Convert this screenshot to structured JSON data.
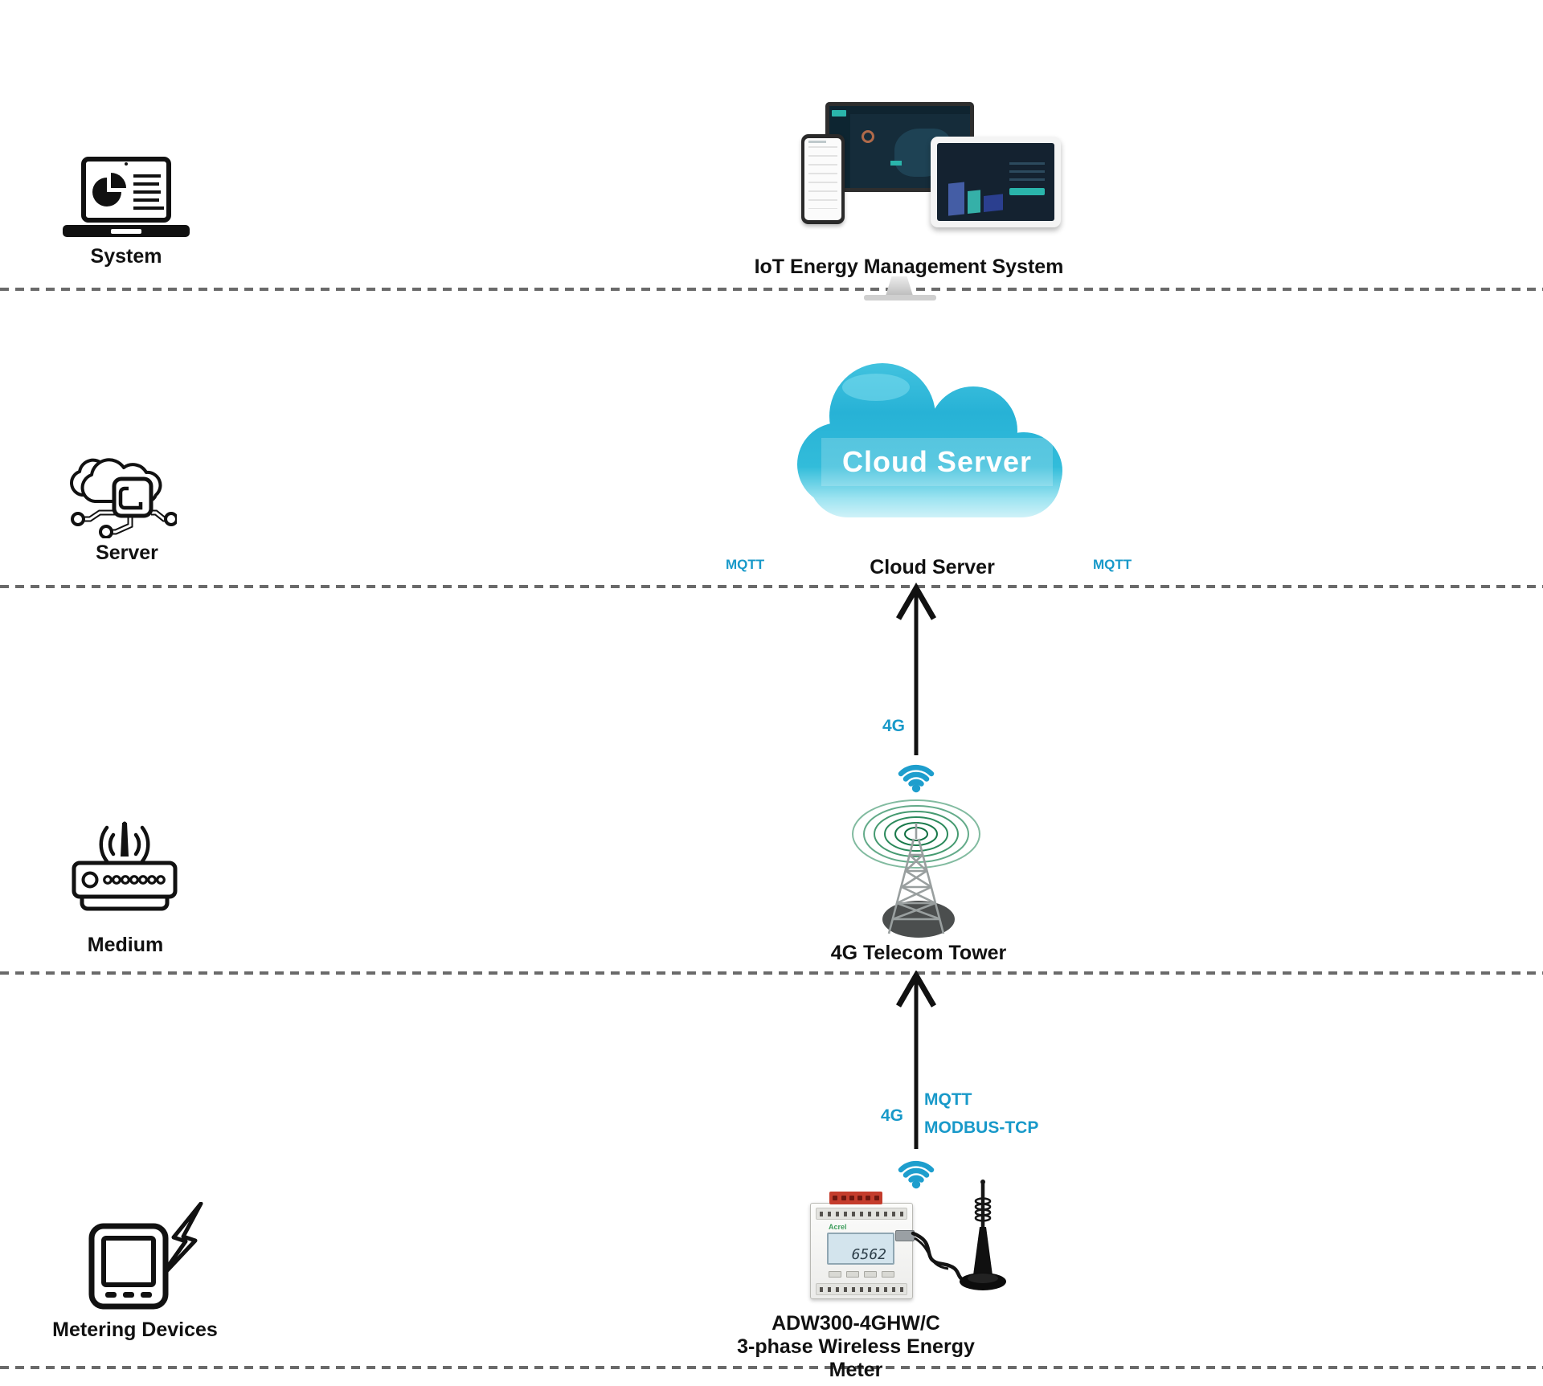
{
  "colors": {
    "accent_cyan": "#1899c9",
    "label_black": "#111111",
    "dashed_line_gray": "#6a6a6a",
    "cloud_teal": "#27b2d6",
    "tower_green": "#147244"
  },
  "layers": {
    "system": {
      "side_label": "System",
      "caption": "IoT Energy Management System"
    },
    "server": {
      "side_label": "Server",
      "cloud_text": "Cloud Server",
      "caption": "Cloud Server",
      "protocol_left": "MQTT",
      "protocol_right": "MQTT"
    },
    "medium": {
      "side_label": "Medium",
      "uplink_label": "4G",
      "caption": "4G Telecom Tower"
    },
    "metering": {
      "side_label": "Metering Devices",
      "uplink_label": "4G",
      "protocols": [
        "MQTT",
        "MODBUS-TCP"
      ],
      "caption_line1": "ADW300-4GHW/C",
      "caption_line2": "3-phase Wireless Energy Meter"
    }
  },
  "meter": {
    "brand": "Acrel",
    "display": "6562"
  }
}
